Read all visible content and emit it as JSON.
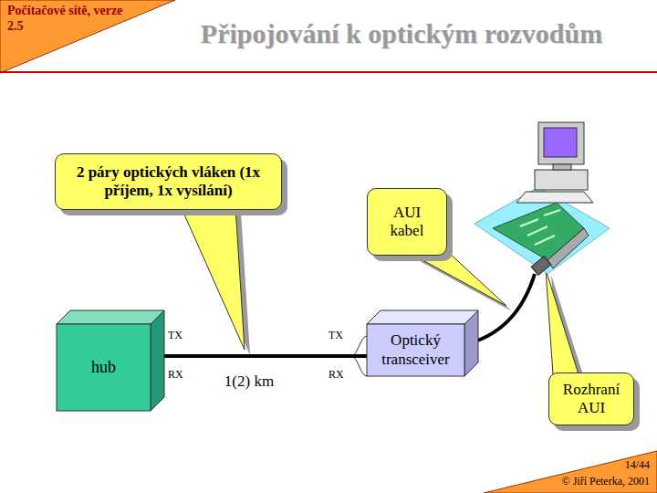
{
  "diagram": {
    "title": "Připojování k optickým rozvodům",
    "nodes": [
      {
        "text": [
          "2 páry optických vláken (1x příjem, 1x vysílání)"
        ]
      },
      {
        "text": [
          "AUI kabel"
        ]
      },
      {
        "text": [
          "hub"
        ]
      },
      {
        "text": [
          "Optický transceiver"
        ]
      },
      {
        "text": [
          "Rozhraní AUI"
        ]
      }
    ],
    "edges": [
      {
        "from": 2,
        "to": 3,
        "label": "1(2) km",
        "arrow": "none"
      }
    ],
    "labels": [
      "Počítačové sítě, verze 2.5",
      "TX",
      "RX",
      "TX",
      "RX",
      "14/44",
      "© Jiří Peterka, 2001"
    ]
  }
}
